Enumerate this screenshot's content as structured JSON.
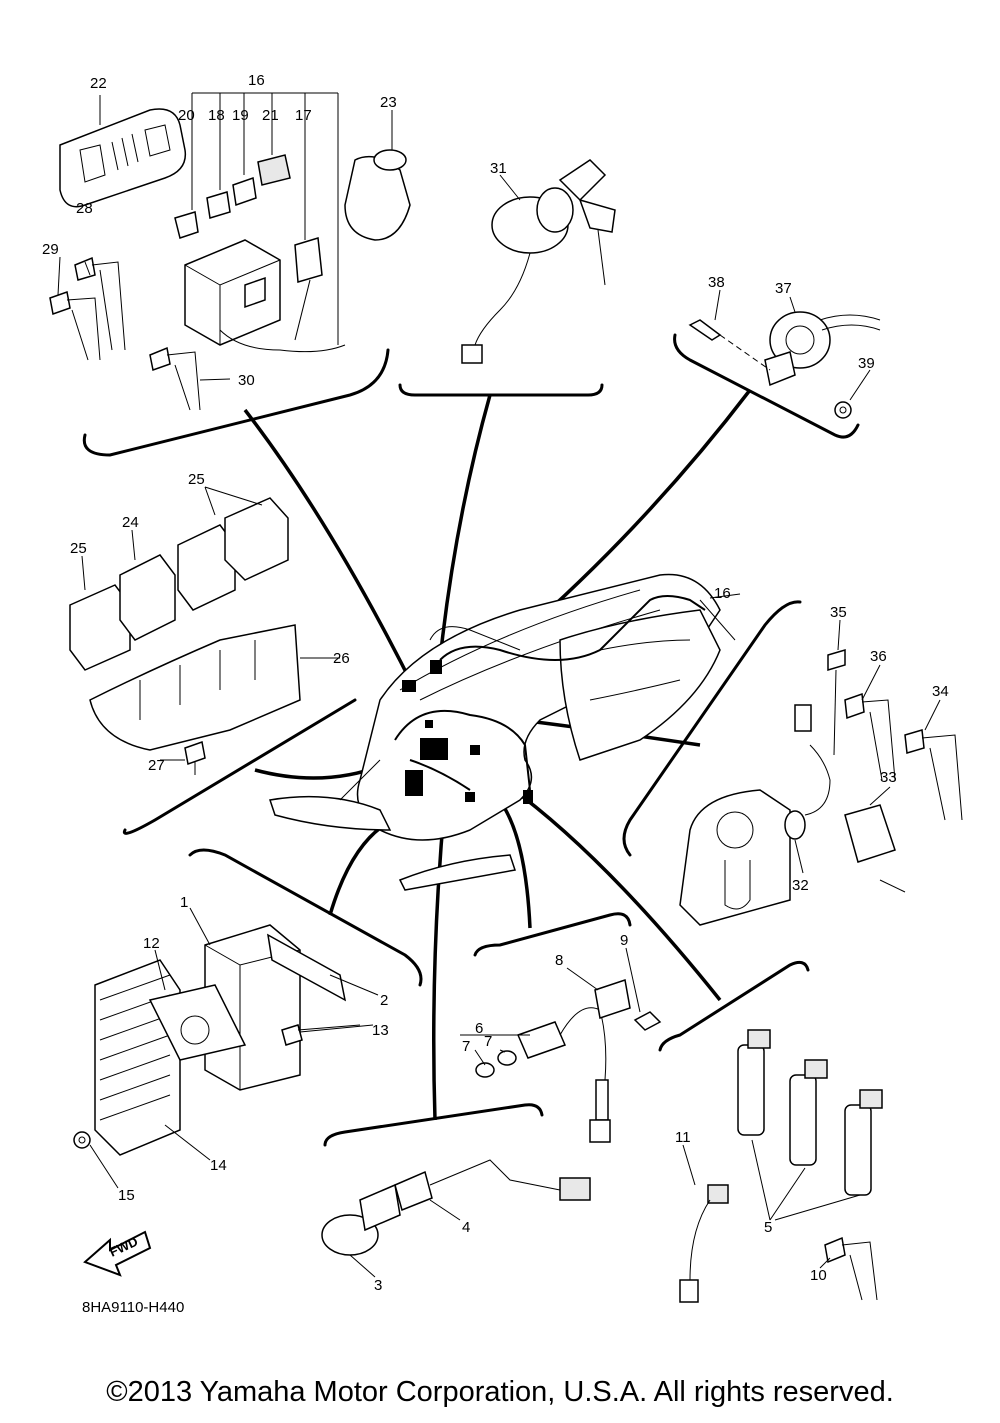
{
  "callouts": {
    "c1": "1",
    "c2": "2",
    "c3": "3",
    "c4": "4",
    "c5": "5",
    "c6": "6",
    "c7a": "7",
    "c7b": "7",
    "c8": "8",
    "c9": "9",
    "c10": "10",
    "c11": "11",
    "c12": "12",
    "c13": "13",
    "c14": "14",
    "c15": "15",
    "c16a": "16",
    "c16b": "16",
    "c17": "17",
    "c18": "18",
    "c19": "19",
    "c20": "20",
    "c21": "21",
    "c22": "22",
    "c23": "23",
    "c24": "24",
    "c25a": "25",
    "c25b": "25",
    "c26": "26",
    "c27": "27",
    "c28": "28",
    "c29": "29",
    "c30": "30",
    "c31": "31",
    "c32": "32",
    "c33": "33",
    "c34": "34",
    "c35": "35",
    "c36": "36",
    "c37": "37",
    "c38": "38",
    "c39": "39"
  },
  "diagram_code": "8HA9110-H440",
  "fwd_label": "FWD",
  "copyright": "©2013 Yamaha Motor Corporation, U.S.A. All rights reserved."
}
